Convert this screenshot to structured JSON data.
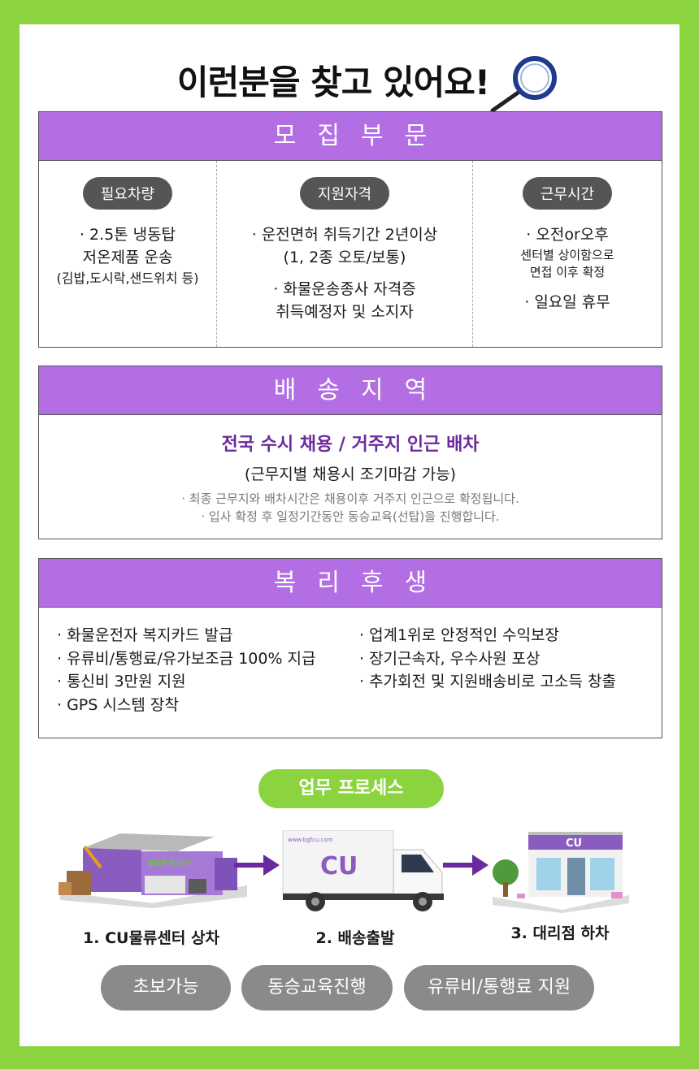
{
  "headline": "이런분을 찾고 있어요!",
  "colors": {
    "background": "#8cd43f",
    "section_header": "#b36ee4",
    "accent_text": "#6a2a9e",
    "pill": "#555555",
    "tag": "#8a8a8a"
  },
  "recruit": {
    "title": "모집부문",
    "columns": [
      {
        "label": "필요차량",
        "lines": [
          "· 2.5톤 냉동탑",
          "저온제품 운송",
          "(김밥,도시락,샌드위치 등)"
        ]
      },
      {
        "label": "지원자격",
        "lines": [
          "· 운전면허 취득기간 2년이상",
          "(1, 2종 오토/보통)",
          "· 화물운송종사 자격증",
          "취득예정자 및 소지자"
        ]
      },
      {
        "label": "근무시간",
        "lines": [
          "· 오전or오후",
          "센터별 상이함으로",
          "면접 이후 확정",
          "· 일요일 휴무"
        ]
      }
    ]
  },
  "area": {
    "title": "배송지역",
    "main": "전국 수시 채용 / 거주지 인근 배차",
    "sub": "(근무지별 채용시 조기마감 가능)",
    "notes": [
      "· 최종 근무지와 배차시간은 채용이후 거주지 인근으로 확정됩니다.",
      "· 입사 확정 후 일정기간동안 동승교육(선탑)을 진행합니다."
    ]
  },
  "welfare": {
    "title": "복리후생",
    "left": [
      "· 화물운전자 복지카드 발급",
      "· 유류비/통행료/유가보조금 100% 지급",
      "· 통신비 3만원 지원",
      "· GPS 시스템 장착"
    ],
    "right": [
      "· 업계1위로 안정적인 수익보장",
      "· 장기근속자, 우수사원 포상",
      "· 추가회전 및 지원배송비로 고소득 창출"
    ]
  },
  "process": {
    "title": "업무 프로세스",
    "steps": [
      "1. CU물류센터 상차",
      "2. 배송출발",
      "3. 대리점 하차"
    ],
    "illustration_text": {
      "warehouse_sign": "BGF로지스",
      "truck_url": "www.bgfcu.com",
      "truck_logo": "CU",
      "store_sign": "CU"
    }
  },
  "tags": [
    "초보가능",
    "동승교육진행",
    "유류비/통행료 지원"
  ]
}
